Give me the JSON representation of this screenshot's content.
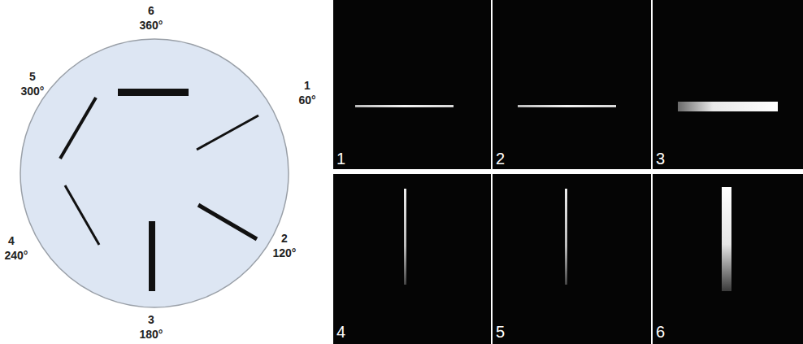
{
  "diagram": {
    "labels": [
      "6",
      "360°",
      "5",
      "300°",
      "1",
      "60°",
      "4",
      "240°",
      "2",
      "120°",
      "3",
      "180°",
      "1",
      "2",
      "3",
      "4",
      "5",
      "6"
    ]
  }
}
